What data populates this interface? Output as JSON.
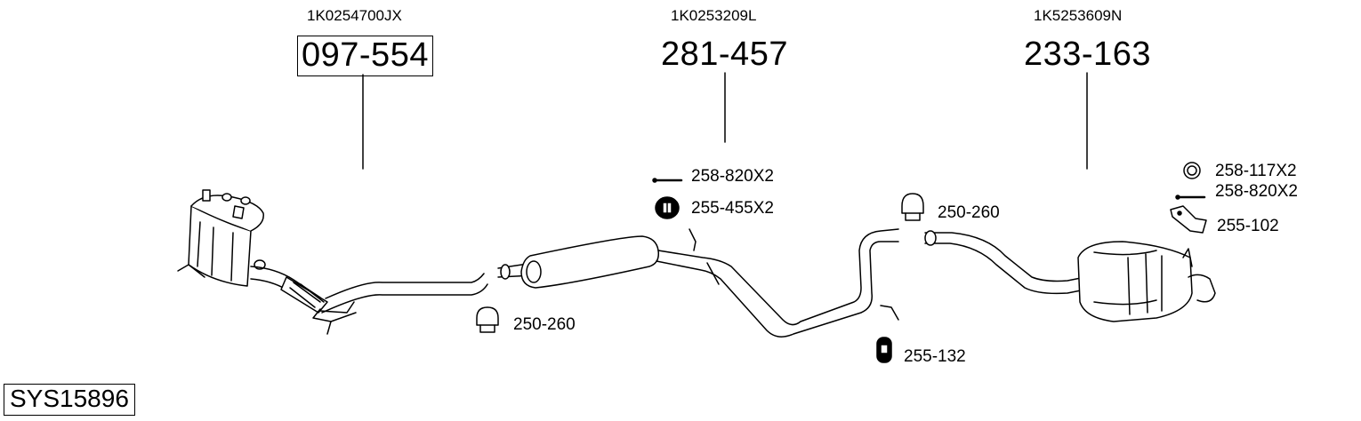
{
  "diagram": {
    "system_code": "SYS15896",
    "main_parts": [
      {
        "oem": "1K0254700JX",
        "number": "097-554",
        "boxed": true
      },
      {
        "oem": "1K0253209L",
        "number": "281-457",
        "boxed": false
      },
      {
        "oem": "1K5253609N",
        "number": "233-163",
        "boxed": false
      }
    ],
    "accessories": {
      "bolt_mid": "258-820X2",
      "hanger_mid": "255-455X2",
      "clamp_left": "250-260",
      "clamp_right": "250-260",
      "rubber_mount": "255-132",
      "ring_rear": "258-117X2",
      "bolt_rear": "258-820X2",
      "bracket_rear": "255-102"
    }
  }
}
